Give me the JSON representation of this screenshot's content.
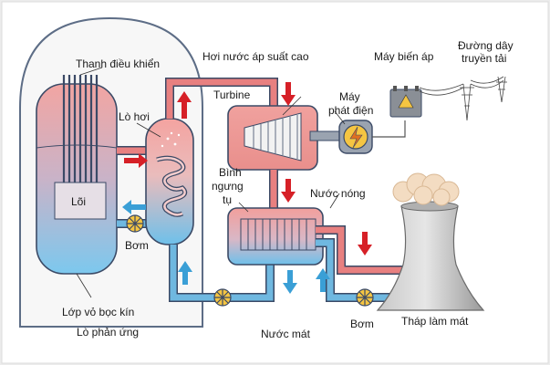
{
  "labels": {
    "control_rods": "Thanh điều khiển",
    "steam_generator": "Lò hơi",
    "core": "Lõi",
    "pump_left": "Bơm",
    "containment": "Lớp vỏ bọc kín",
    "reactor": "Lò phản ứng",
    "high_pressure_steam": "Hơi nước áp suất cao",
    "turbine": "Turbine",
    "generator_line1": "Máy",
    "generator_line2": "phát điện",
    "transformer": "Máy biến áp",
    "power_line_line1": "Đường dây",
    "power_line_line2": "truyền tải",
    "condenser_line1": "Bình",
    "condenser_line2": "ngưng",
    "condenser_line3": "tụ",
    "hot_water": "Nước nóng",
    "cold_water": "Nước mát",
    "pump_right": "Bơm",
    "cooling_tower": "Tháp làm mát"
  },
  "colors": {
    "hot": "#e88080",
    "cold": "#6fb8e0",
    "arrow_red": "#d62027",
    "arrow_blue": "#3a9fd6",
    "outline": "#3b4a66"
  }
}
